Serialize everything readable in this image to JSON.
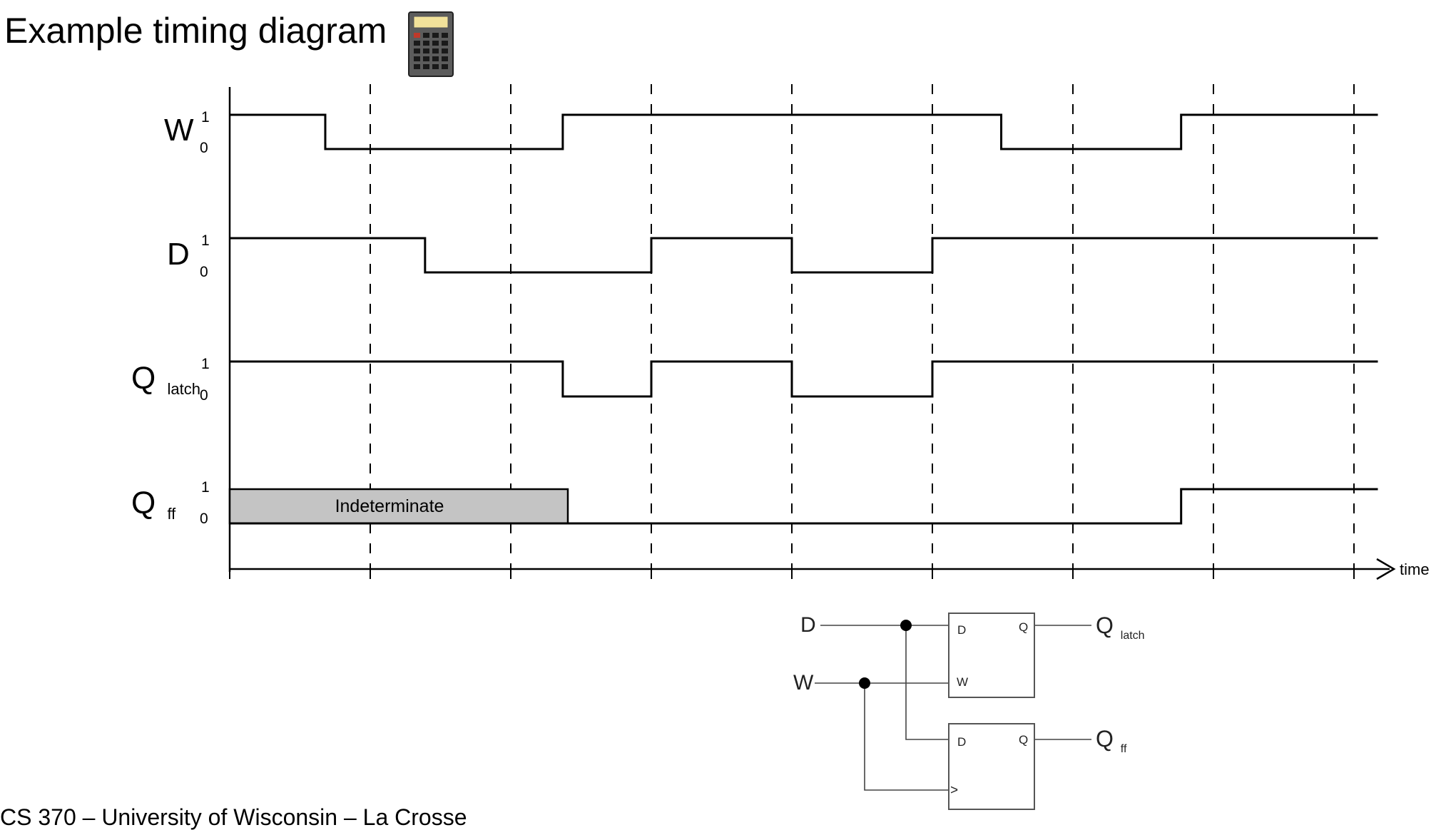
{
  "title": "Example timing diagram",
  "footer": "CS 370 – University of Wisconsin – La Crosse",
  "icons": {
    "title_icon": "calculator-icon"
  },
  "timing": {
    "axis_label": "time",
    "level_labels": {
      "high": "1",
      "low": "0"
    },
    "indeterminate_label": "Indeterminate",
    "signals": [
      {
        "id": "W",
        "name": "W",
        "sub": "",
        "transitions": [
          [
            0,
            1
          ],
          [
            0.68,
            0
          ],
          [
            2.37,
            1
          ],
          [
            5.49,
            0
          ],
          [
            6.77,
            1
          ],
          [
            8.17,
            1
          ]
        ]
      },
      {
        "id": "D",
        "name": "D",
        "sub": "",
        "transitions": [
          [
            0,
            1
          ],
          [
            1.39,
            0
          ],
          [
            3,
            1
          ],
          [
            4,
            0
          ],
          [
            5,
            1
          ],
          [
            8.17,
            1
          ]
        ]
      },
      {
        "id": "Qlatch",
        "name": "Q",
        "sub": "latch",
        "transitions": [
          [
            0,
            1
          ],
          [
            2.37,
            0
          ],
          [
            3,
            1
          ],
          [
            4,
            0
          ],
          [
            5,
            1
          ],
          [
            8.17,
            1
          ]
        ]
      },
      {
        "id": "Qff",
        "name": "Q",
        "sub": "ff",
        "transitions": [
          [
            0,
            0
          ],
          [
            6.77,
            1
          ],
          [
            8.17,
            1
          ]
        ],
        "indeterminate_until": 2.37
      }
    ],
    "clock_ticks": [
      0,
      1,
      2,
      3,
      4,
      5,
      6,
      7,
      8
    ]
  },
  "circuit": {
    "inputs": {
      "d": "D",
      "w": "W"
    },
    "latch": {
      "d_pin": "D",
      "w_pin": "W",
      "q_pin": "Q"
    },
    "flipflop": {
      "d_pin": "D",
      "clk_pin": ">",
      "q_pin": "Q"
    },
    "outputs": {
      "q_latch": {
        "name": "Q",
        "sub": "latch"
      },
      "q_ff": {
        "name": "Q",
        "sub": "ff"
      }
    }
  }
}
